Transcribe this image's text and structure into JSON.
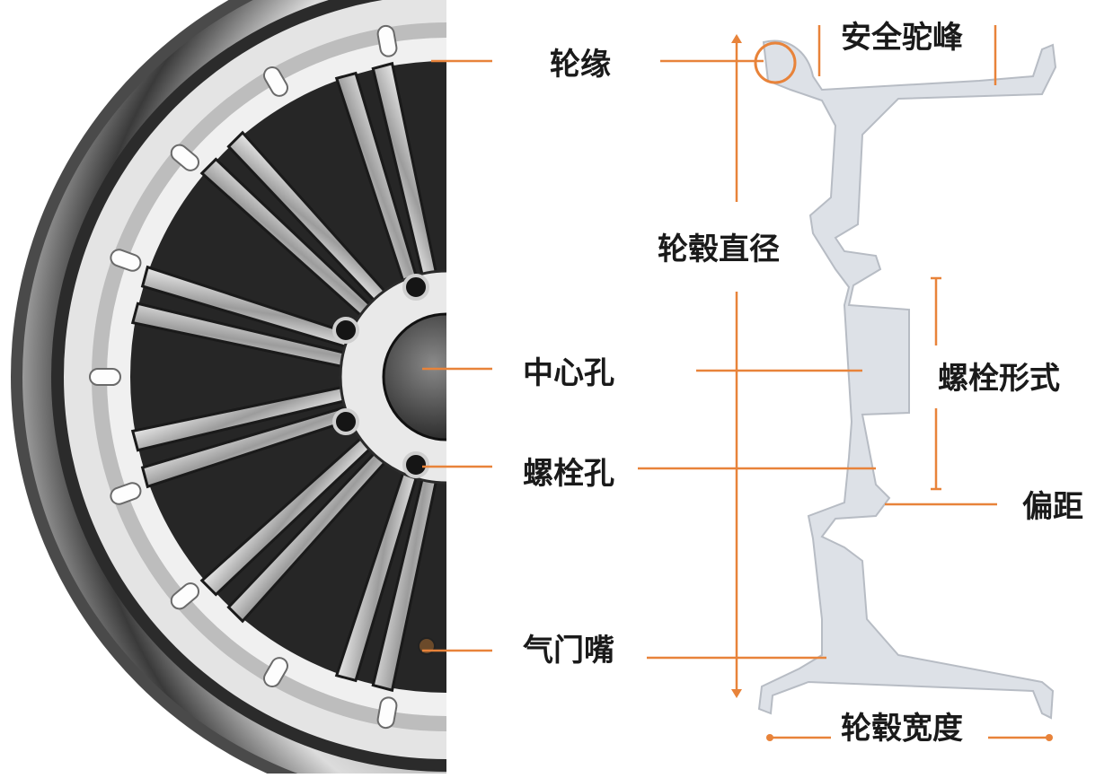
{
  "labels": {
    "rim_flange": "轮缘",
    "safety_hump": "安全驼峰",
    "wheel_diameter": "轮毂直径",
    "center_bore": "中心孔",
    "bolt_pattern": "螺栓形式",
    "bolt_hole": "螺栓孔",
    "offset": "偏距",
    "valve_stem": "气门嘴",
    "wheel_width": "轮毂宽度"
  },
  "colors": {
    "leader_line": "#e8833a",
    "rim_section": "#dde1e7",
    "text": "#1a1a1a"
  }
}
